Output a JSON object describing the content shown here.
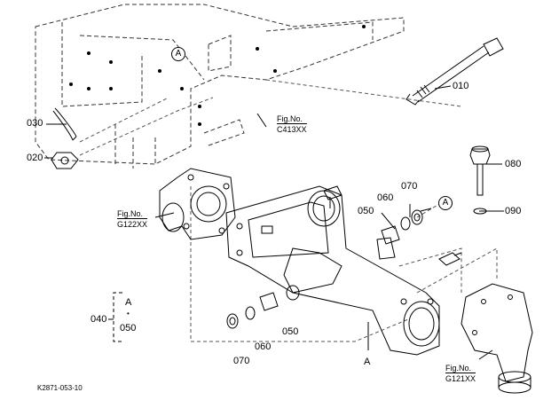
{
  "parts": {
    "p010": "010",
    "p020": "020",
    "p030": "030",
    "p040": "040",
    "p050a": "050",
    "p050b": "050",
    "p050c": "050",
    "p060a": "060",
    "p060b": "060",
    "p070a": "070",
    "p070b": "070",
    "p080": "080",
    "p090": "090"
  },
  "figrefs": {
    "c413": {
      "label": "Fig.No.",
      "num": "C413XX"
    },
    "g122": {
      "label": "Fig.No.",
      "num": "G122XX"
    },
    "g121": {
      "label": "Fig.No.",
      "num": "G121XX"
    }
  },
  "markers": {
    "a_top": "A",
    "a_right": "A",
    "a_bottom": "A",
    "a_group": "A",
    "dot": "•"
  },
  "drawing_code": "K2871-053-10"
}
